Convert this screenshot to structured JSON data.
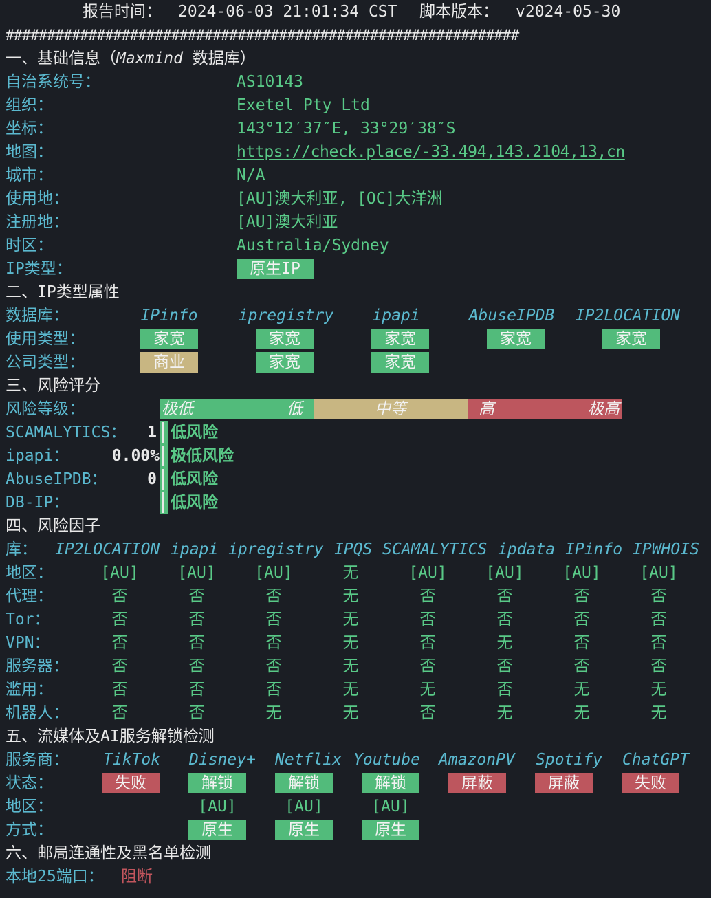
{
  "header": {
    "report_time_label": "报告时间：",
    "report_time": "2024-06-03 21:01:34 CST",
    "script_version_label": "脚本版本：",
    "script_version": "v2024-05-30",
    "separator": "##############################################################"
  },
  "section1": {
    "title": "一、基础信息（",
    "title_source": "Maxmind",
    "title_tail": " 数据库）",
    "asn_label": "自治系统号：",
    "asn": "AS10143",
    "org_label": "组织：",
    "org": "Exetel Pty Ltd",
    "coord_label": "坐标：",
    "coord": "143°12′37″E, 33°29′38″S",
    "map_label": "地图：",
    "map": "https://check.place/-33.494,143.2104,13,cn",
    "city_label": "城市：",
    "city": "N/A",
    "usage_label": "使用地：",
    "usage": "[AU]澳大利亚, [OC]大洋洲",
    "reg_label": "注册地：",
    "reg": "[AU]澳大利亚",
    "tz_label": "时区：",
    "tz": "Australia/Sydney",
    "iptype_label": "IP类型：",
    "iptype": "原生IP"
  },
  "section2": {
    "title": "二、IP类型属性",
    "db_label": "数据库：",
    "databases": [
      "IPinfo",
      "ipregistry",
      "ipapi",
      "AbuseIPDB",
      "IP2LOCATION"
    ],
    "usage_label": "使用类型：",
    "usage_types": [
      "家宽",
      "家宽",
      "家宽",
      "家宽",
      "家宽"
    ],
    "company_label": "公司类型：",
    "company_types": [
      "商业",
      "家宽",
      "家宽"
    ]
  },
  "section3": {
    "title": "三、风险评分",
    "level_label": "风险等级：",
    "scale": {
      "very_low": "极低",
      "low": "低",
      "medium": "中等",
      "high": "高",
      "very_high": "极高"
    },
    "scores": [
      {
        "label": "SCAMALYTICS：",
        "value": "1",
        "verdict": "低风险"
      },
      {
        "label": "ipapi：",
        "value": "0.00%",
        "verdict": "极低风险"
      },
      {
        "label": "AbuseIPDB：",
        "value": "0",
        "verdict": "低风险"
      },
      {
        "label": "DB-IP：",
        "value": "",
        "verdict": "低风险"
      }
    ]
  },
  "section4": {
    "title": "四、风险因子",
    "lib_label": "库：",
    "libraries": [
      "IP2LOCATION",
      "ipapi",
      "ipregistry",
      "IPQS",
      "SCAMALYTICS",
      "ipdata",
      "IPinfo",
      "IPWHOIS"
    ],
    "rows": [
      {
        "label": "地区：",
        "values": [
          "[AU]",
          "[AU]",
          "[AU]",
          "无",
          "[AU]",
          "[AU]",
          "[AU]",
          "[AU]"
        ]
      },
      {
        "label": "代理：",
        "values": [
          "否",
          "否",
          "否",
          "无",
          "否",
          "否",
          "否",
          "否"
        ]
      },
      {
        "label": "Tor：",
        "values": [
          "否",
          "否",
          "否",
          "无",
          "否",
          "否",
          "否",
          "否"
        ]
      },
      {
        "label": "VPN：",
        "values": [
          "否",
          "否",
          "否",
          "无",
          "否",
          "无",
          "否",
          "否"
        ]
      },
      {
        "label": "服务器：",
        "values": [
          "否",
          "否",
          "否",
          "无",
          "否",
          "否",
          "否",
          "否"
        ]
      },
      {
        "label": "滥用：",
        "values": [
          "否",
          "否",
          "否",
          "无",
          "无",
          "否",
          "无",
          "无"
        ]
      },
      {
        "label": "机器人：",
        "values": [
          "否",
          "否",
          "无",
          "无",
          "否",
          "无",
          "无",
          "无"
        ]
      }
    ]
  },
  "section5": {
    "title": "五、流媒体及AI服务解锁检测",
    "provider_label": "服务商：",
    "providers": [
      "TikTok",
      "Disney+",
      "Netflix",
      "Youtube",
      "AmazonPV",
      "Spotify",
      "ChatGPT"
    ],
    "status_label": "状态：",
    "statuses": [
      "失败",
      "解锁",
      "解锁",
      "解锁",
      "屏蔽",
      "屏蔽",
      "失败"
    ],
    "region_label": "地区：",
    "regions": [
      "",
      "[AU]",
      "[AU]",
      "[AU]",
      "",
      "",
      ""
    ],
    "method_label": "方式：",
    "methods": [
      "",
      "原生",
      "原生",
      "原生",
      "",
      "",
      ""
    ]
  },
  "section6": {
    "title": "六、邮局连通性及黑名单检测",
    "port25_label": "本地25端口：",
    "port25": "阻断"
  },
  "colors": {
    "background": "#1b1e24",
    "green": "#52bb7b",
    "tan": "#c8b682",
    "red": "#bd565e",
    "cyan": "#5bb9cf"
  }
}
